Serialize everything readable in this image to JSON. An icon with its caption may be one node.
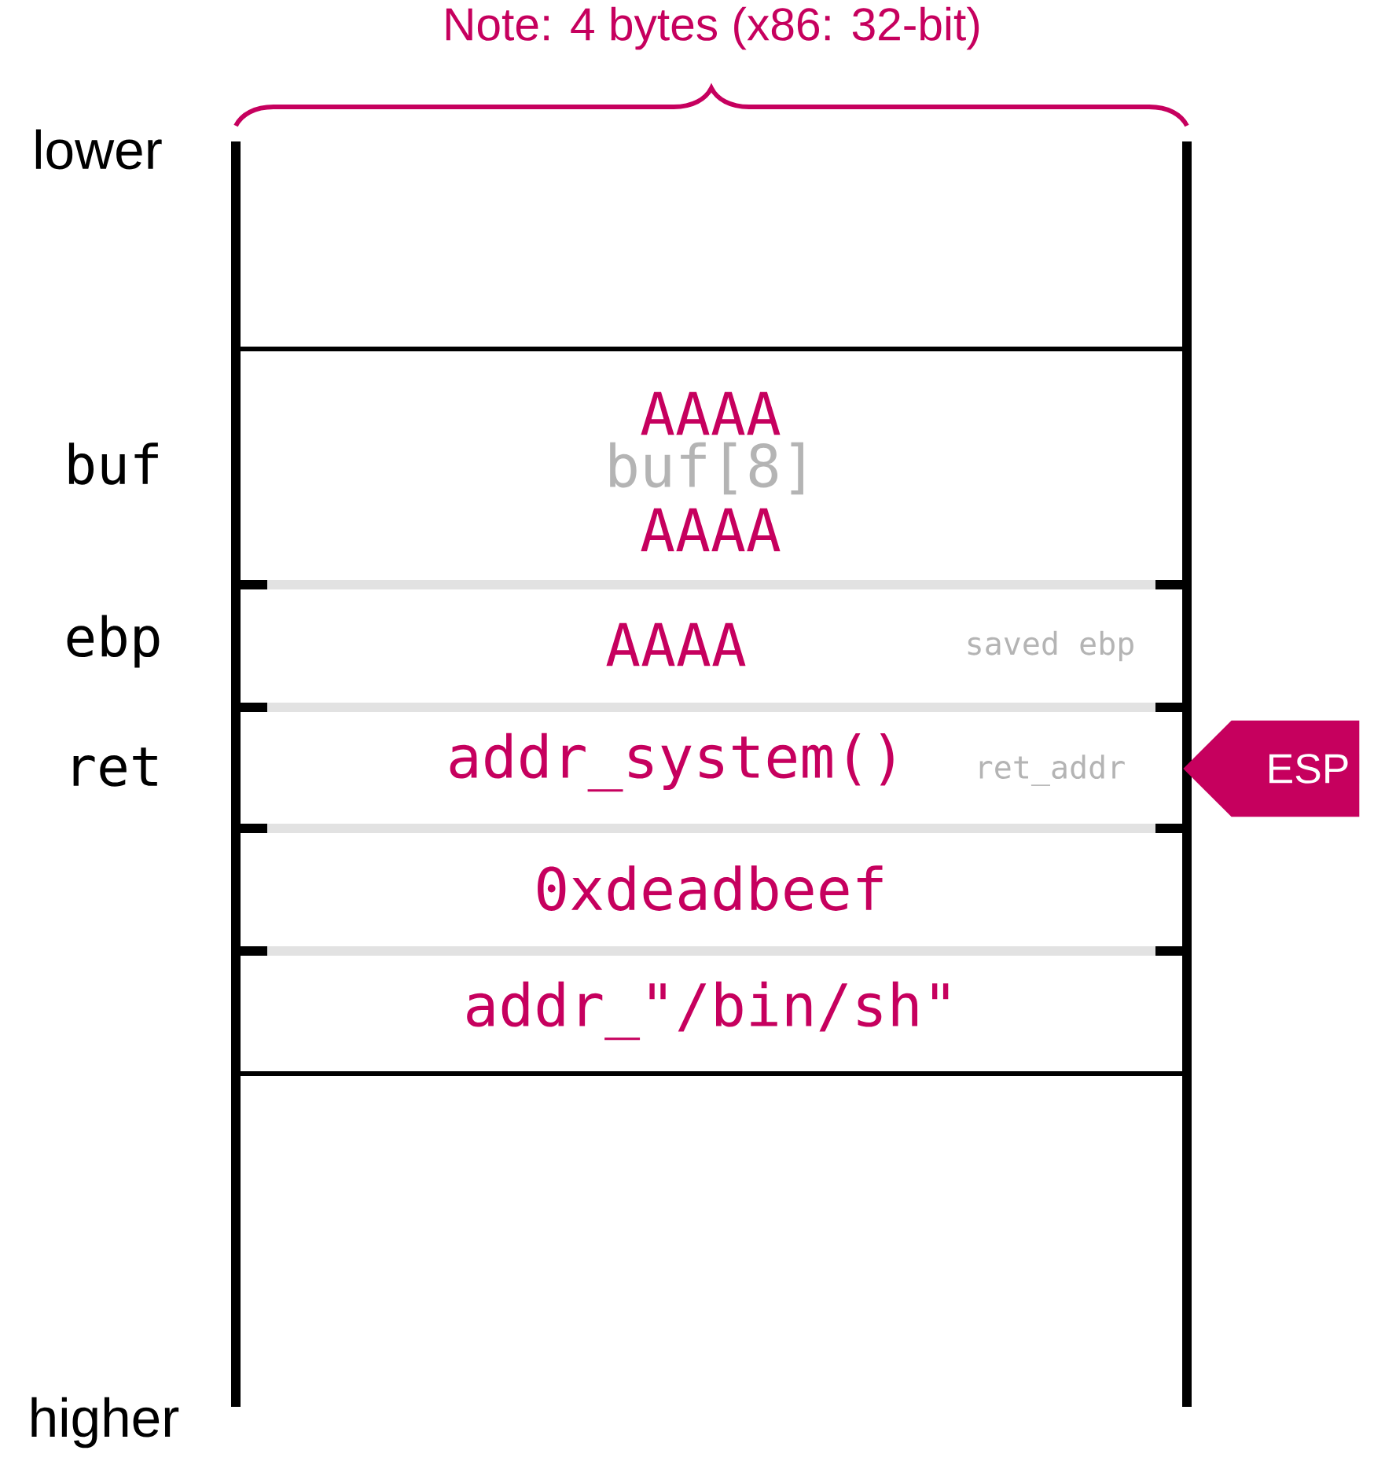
{
  "diagram": {
    "nodes": [
      {
        "text": [
          "AAAA",
          "buf[8]",
          "AAAA"
        ]
      },
      {
        "text": [
          "AAAA",
          "saved ebp"
        ]
      },
      {
        "text": [
          "addr_system()",
          "ret_addr"
        ]
      },
      {
        "text": [
          "0xdeadbeef"
        ]
      },
      {
        "text": [
          "addr_\"/bin/sh\""
        ]
      },
      {
        "text": [
          "ESP"
        ]
      }
    ],
    "labels": [
      "Note: 4 bytes (x86: 32-bit)",
      "lower",
      "buf",
      "ebp",
      "ret",
      "higher"
    ]
  }
}
